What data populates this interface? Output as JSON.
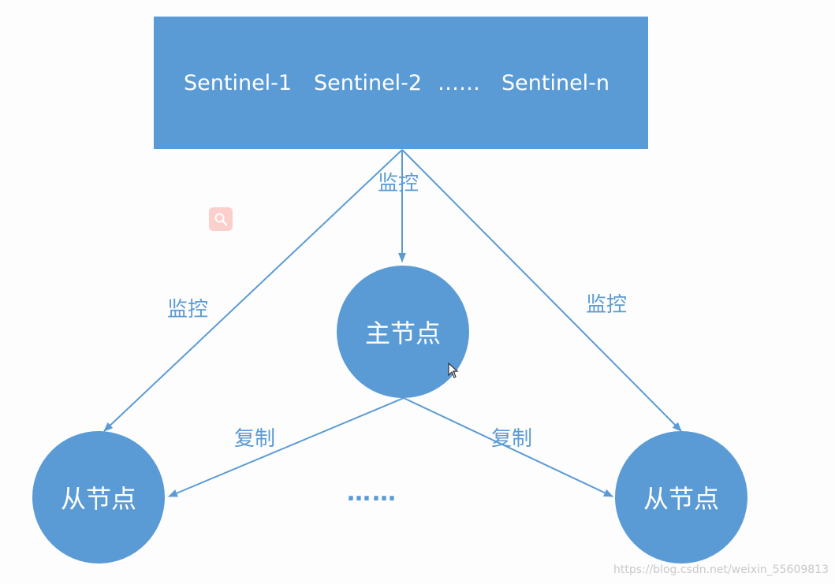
{
  "sentinels": {
    "s1": "Sentinel-1",
    "s2": "Sentinel-2",
    "ellipsis": "……",
    "sn": "Sentinel-n"
  },
  "nodes": {
    "master": "主节点",
    "slave_left": "从节点",
    "slave_right": "从节点",
    "between_slaves": "……"
  },
  "edges": {
    "monitor_center": "监控",
    "monitor_left": "监控",
    "monitor_right": "监控",
    "replicate_left": "复制",
    "replicate_right": "复制"
  },
  "watermark": "https://blog.csdn.net/weixin_55609813",
  "colors": {
    "primary": "#5b9bd5",
    "text_on_primary": "#ffffff",
    "search_badge": "#fbd0cc"
  },
  "icons": {
    "search": "search-icon",
    "cursor": "mouse-cursor-icon"
  }
}
